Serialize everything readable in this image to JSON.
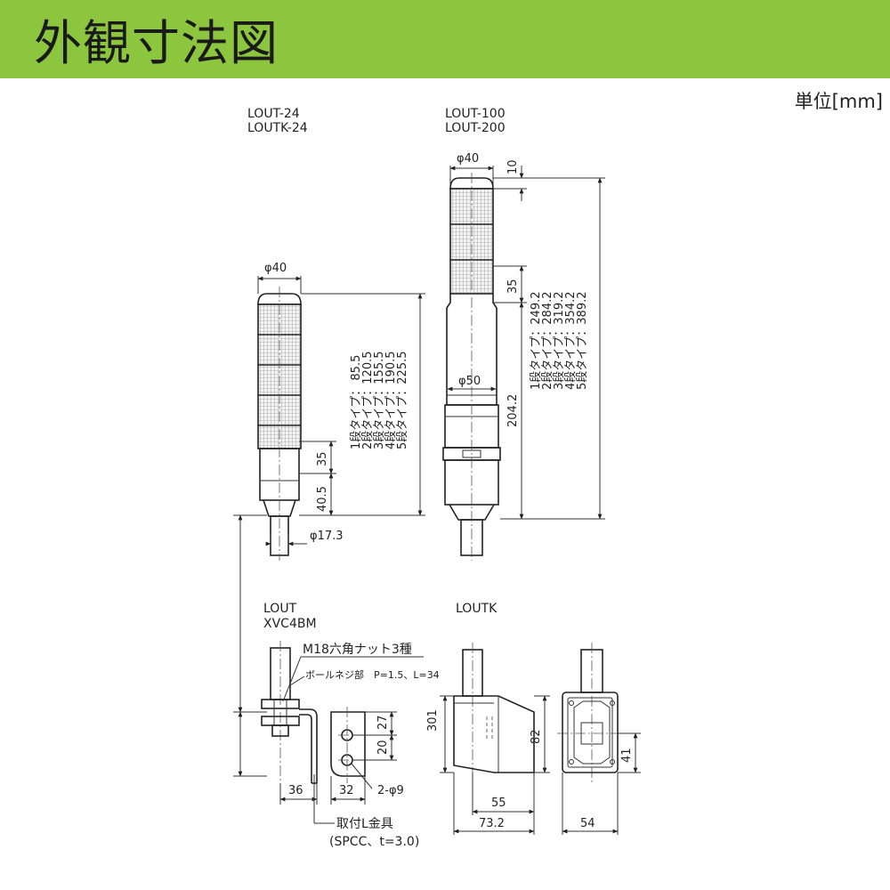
{
  "header": {
    "title": "外観寸法図"
  },
  "unit_label": "単位[mm]",
  "left_model": {
    "label_1": "LOUT-24",
    "label_2": "LOUTK-24",
    "dia_top": "φ40",
    "dim_35": "35",
    "dim_405": "40.5",
    "dia_shaft": "φ17.3",
    "heights": [
      "1段タイプ：  85.5",
      "2段タイプ：120.5",
      "3段タイプ：155.5",
      "4段タイプ：190.5",
      "5段タイプ：225.5"
    ]
  },
  "right_model": {
    "label_1": "LOUT-100",
    "label_2": "LOUT-200",
    "dia_top": "φ40",
    "dim_10": "10",
    "dim_35": "35",
    "dia_body": "φ50",
    "dim_2042": "204.2",
    "heights": [
      "1段タイプ：249.2",
      "2段タイプ：284.2",
      "3段タイプ：319.2",
      "4段タイプ：354.2",
      "5段タイプ：389.2"
    ]
  },
  "lout_mount": {
    "label_1": "LOUT",
    "label_2": "XVC4BM",
    "nut_note": "M18六角ナット3種",
    "thread_note": "ボールネジ部　P=1.5、L=34",
    "dim_27": "27",
    "dim_20": "20",
    "dim_36": "36",
    "dim_32": "32",
    "holes": "2-φ9",
    "bracket_1": "取付L金具",
    "bracket_2": "(SPCC、t=3.0)"
  },
  "loutk_mount": {
    "label": "LOUTK",
    "dim_301": "301",
    "dim_82": "82",
    "dim_55": "55",
    "dim_732": "73.2",
    "dim_41": "41",
    "dim_54": "54"
  }
}
